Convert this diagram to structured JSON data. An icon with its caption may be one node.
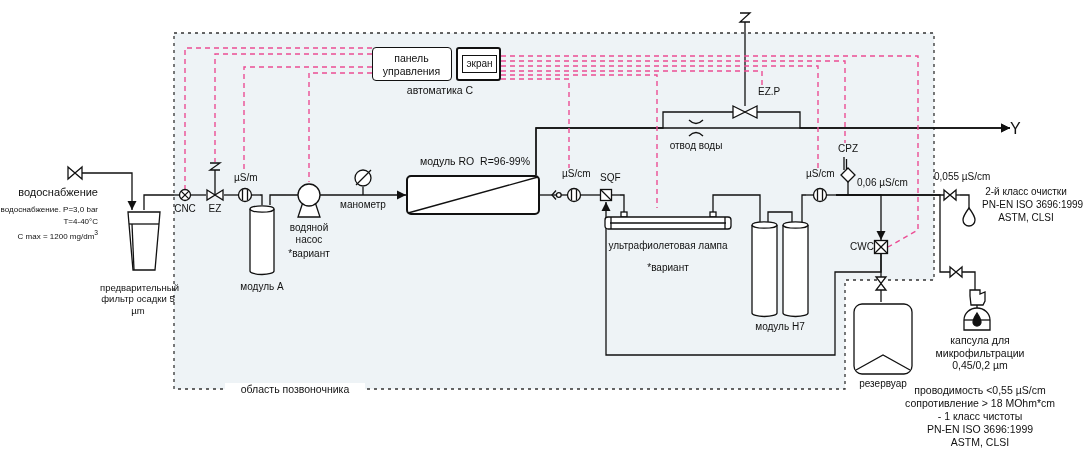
{
  "diagram": {
    "nodes": [
      {
        "text": [
          "область позвоночника"
        ]
      },
      {
        "text": [
          "панель управления"
        ],
        "in": 0
      },
      {
        "text": [
          "экран"
        ],
        "in": 0
      },
      {
        "text": [],
        "shape": "valve"
      },
      {
        "text": [
          "предварительный фильтр осадки 5 µm"
        ]
      },
      {
        "text": [
          "CNC"
        ],
        "in": 0
      },
      {
        "text": [
          "EZ"
        ],
        "in": 0
      },
      {
        "text": [
          "µS/m"
        ],
        "in": 0
      },
      {
        "text": [
          "модуль A"
        ],
        "in": 0
      },
      {
        "text": [
          "водяной насос",
          "*вариант"
        ],
        "in": 0
      },
      {
        "text": [
          "манометр"
        ],
        "in": 0
      },
      {
        "text": [
          "модуль RO",
          "R=96-99%"
        ],
        "in": 0
      },
      {
        "text": [
          "µS/cm"
        ],
        "in": 0
      },
      {
        "text": [
          "SQF"
        ],
        "in": 0
      },
      {
        "text": [
          "ультрафиолетовая лампа",
          "*вариант"
        ],
        "in": 0
      },
      {
        "text": [
          "модуль H7"
        ],
        "in": 0
      },
      {
        "text": [
          "µS/cm"
        ],
        "in": 0
      },
      {
        "text": [
          "CPZ"
        ],
        "in": 0
      },
      {
        "text": [
          "CWC"
        ],
        "in": 0
      },
      {
        "text": [],
        "shape": "valve"
      },
      {
        "text": [
          "резервуар"
        ]
      },
      {
        "text": [
          "EZ.P"
        ],
        "in": 0
      },
      {
        "text": [
          "отвод воды"
        ],
        "in": 0
      },
      {
        "text": [
          "Y"
        ]
      },
      {
        "text": [],
        "shape": "valve"
      },
      {
        "text": [],
        "shape": "drop",
        "beside": [
          "2-й класс очистки",
          "PN-EN ISO 3696:1999",
          "ASTM, CLSI"
        ]
      },
      {
        "text": [],
        "shape": "valve"
      },
      {
        "text": [
          "капсула для микрофильтрации 0,45/0,2 µm"
        ],
        "beside": [
          "проводимость <0,55 µS/cm",
          "сопротивление > 18 MOhm*cm",
          "- 1 класс чистоты",
          "PN-EN ISO 3696:1999",
          "ASTM, CLSI"
        ]
      }
    ],
    "edges": [
      {
        "from": 3,
        "to": 4,
        "arrow": "to"
      },
      {
        "from": 4,
        "to": 5,
        "arrow": "none"
      },
      {
        "from": 5,
        "to": 6,
        "arrow": "none"
      },
      {
        "from": 6,
        "to": 7,
        "arrow": "none"
      },
      {
        "from": 7,
        "to": 8,
        "arrow": "none"
      },
      {
        "from": 8,
        "to": 9,
        "arrow": "none"
      },
      {
        "from": 9,
        "to": 11,
        "arrow": "to"
      },
      {
        "from": 10,
        "to": null,
        "arrow": "none"
      },
      {
        "from": 11,
        "to": 12,
        "arrow": "other"
      },
      {
        "from": 12,
        "to": 13,
        "arrow": "none"
      },
      {
        "from": 13,
        "to": 14,
        "arrow": "none"
      },
      {
        "from": 14,
        "to": 15,
        "arrow": "none"
      },
      {
        "from": 15,
        "to": 16,
        "arrow": "none"
      },
      {
        "from": 16,
        "to": 18,
        "arrow": "to"
      },
      {
        "from": 17,
        "to": null,
        "arrow": "none"
      },
      {
        "from": 18,
        "to": 19,
        "arrow": "none"
      },
      {
        "from": 19,
        "to": 20,
        "arrow": "none"
      },
      {
        "from": 18,
        "to": 13,
        "arrow": "to"
      },
      {
        "from": 16,
        "to": 24,
        "arrow": "none"
      },
      {
        "from": 24,
        "to": 25,
        "arrow": "none"
      },
      {
        "from": 16,
        "to": 26,
        "arrow": "none"
      },
      {
        "from": 26,
        "to": 27,
        "arrow": "none"
      },
      {
        "from": 11,
        "to": 22,
        "arrow": "none"
      },
      {
        "from": 22,
        "to": 23,
        "arrow": "to"
      },
      {
        "from": 11,
        "to": 21,
        "arrow": "none"
      },
      {
        "from": 21,
        "to": 23,
        "arrow": "to"
      },
      {
        "from": 21,
        "to": null,
        "arrow": "none"
      },
      {
        "from": 1,
        "to": 5,
        "arrow": "none",
        "style": "dashed",
        "color": "#ec4d94"
      },
      {
        "from": 1,
        "to": 6,
        "arrow": "none",
        "style": "dashed",
        "color": "#ec4d94"
      },
      {
        "from": 1,
        "to": 7,
        "arrow": "none",
        "style": "dashed",
        "color": "#ec4d94"
      },
      {
        "from": 1,
        "to": 9,
        "arrow": "none",
        "style": "dashed",
        "color": "#ec4d94"
      },
      {
        "from": 2,
        "to": 12,
        "arrow": "none",
        "style": "dashed",
        "color": "#ec4d94"
      },
      {
        "from": 2,
        "to": 14,
        "arrow": "none",
        "style": "dashed",
        "color": "#ec4d94"
      },
      {
        "from": 2,
        "to": 21,
        "arrow": "none",
        "style": "dashed",
        "color": "#ec4d94"
      },
      {
        "from": 2,
        "to": 16,
        "arrow": "none",
        "style": "dashed",
        "color": "#ec4d94"
      },
      {
        "from": 2,
        "to": 17,
        "arrow": "none",
        "style": "dashed",
        "color": "#ec4d94"
      },
      {
        "from": 2,
        "to": 18,
        "arrow": "none",
        "style": "dashed",
        "color": "#ec4d94"
      }
    ],
    "labels": [
      "автоматика C",
      "0,06 µS/cm",
      "0,055 µS/cm",
      "водоснабжение",
      "водоснабжение. P=3,0 bar",
      "T=4-40°C",
      "C max = 1200 mg/dm$^{3}$"
    ]
  }
}
